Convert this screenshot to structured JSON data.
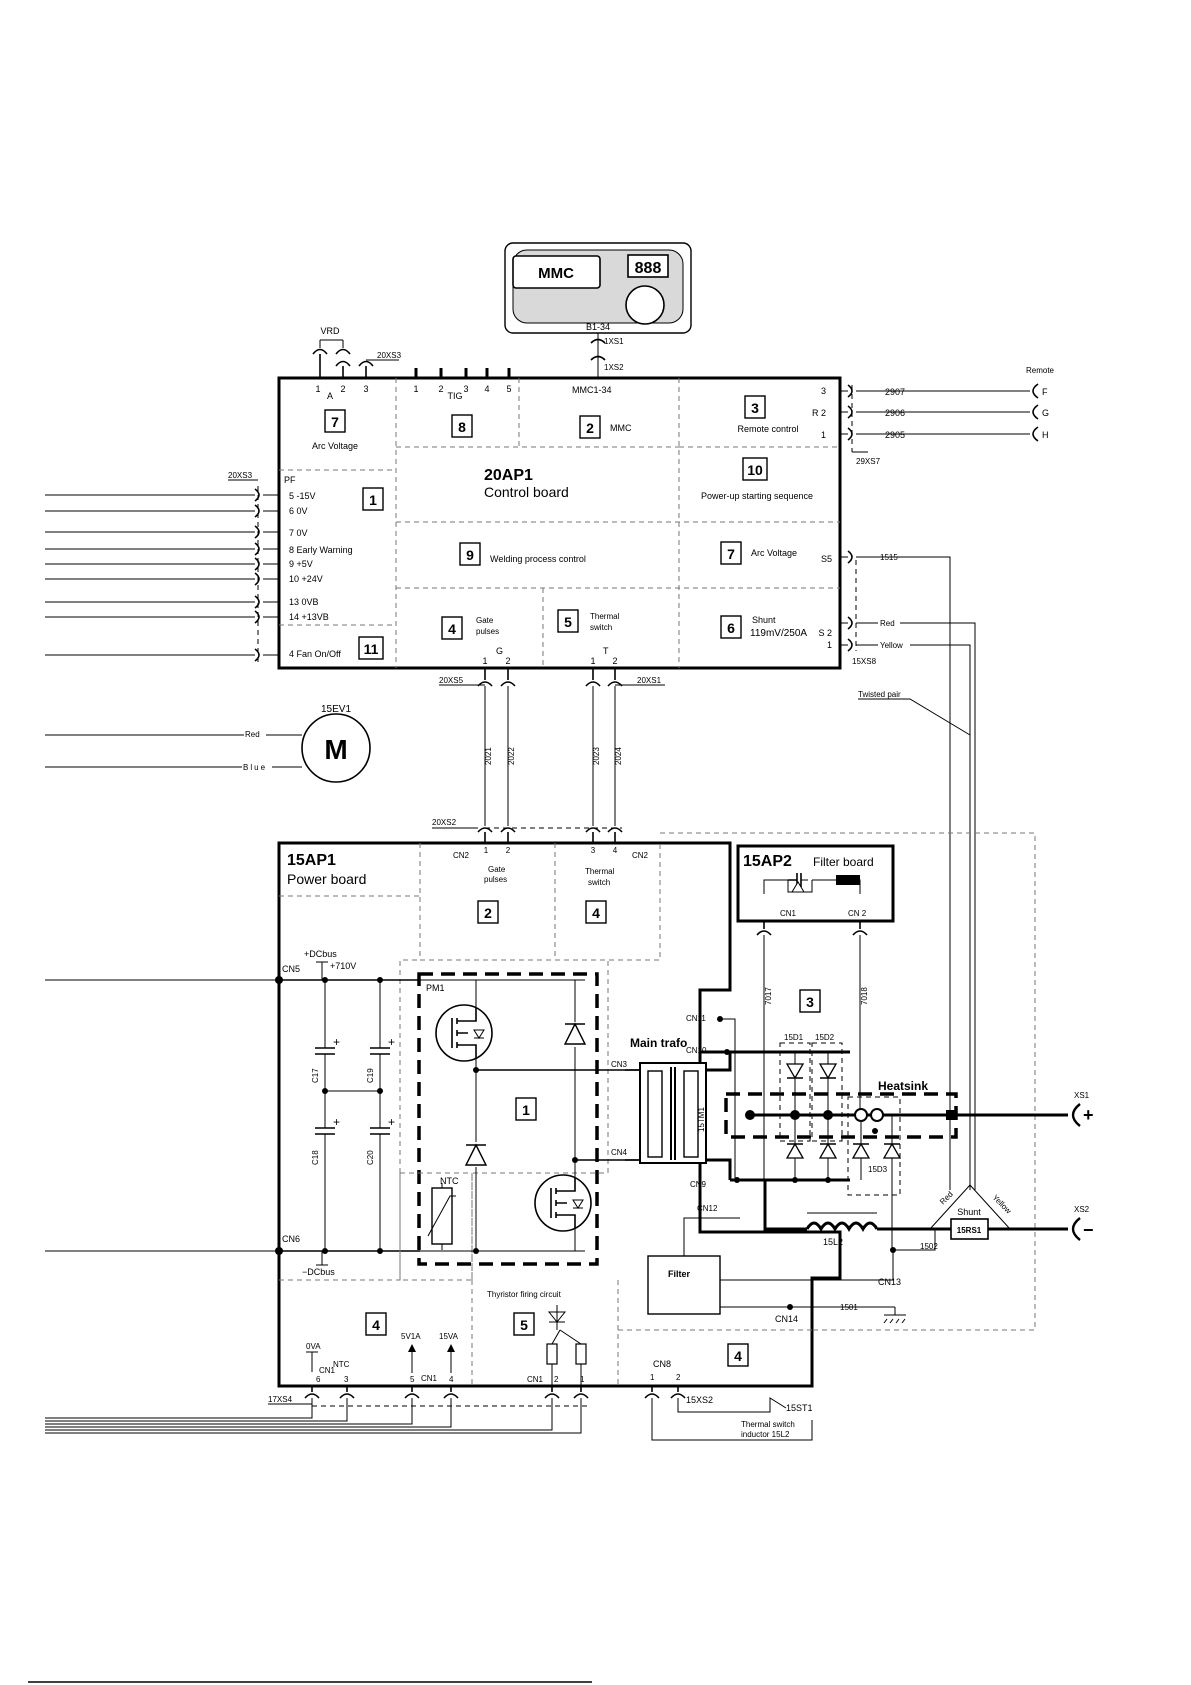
{
  "mmc": {
    "label": "MMC",
    "display": "888",
    "connector": "B1-34",
    "xs1": "1XS1",
    "xs2": "1XS2"
  },
  "control_board": {
    "id": "20AP1",
    "name": "Control board",
    "conn_top": "MMC1-34",
    "vrd": "VRD",
    "xs3_top": "20XS3",
    "pins_a": [
      "1",
      "2",
      "3"
    ],
    "pin_a_label": "A",
    "tig_label": "TIG",
    "tig_pins": [
      "1",
      "2",
      "3",
      "4",
      "5"
    ],
    "blocks": [
      {
        "num": "7",
        "label": "Arc Voltage"
      },
      {
        "num": "8",
        "label": ""
      },
      {
        "num": "2",
        "label": "MMC"
      },
      {
        "num": "3",
        "label": "Remote control"
      },
      {
        "num": "10",
        "label": "Power-up starting sequence"
      },
      {
        "num": "1",
        "label": ""
      },
      {
        "num": "9",
        "label": "Welding process control"
      },
      {
        "num": "7",
        "label": "Arc Voltage"
      },
      {
        "num": "4",
        "label": "Gate pulses"
      },
      {
        "num": "5",
        "label": "Thermal switch"
      },
      {
        "num": "6",
        "label": "Shunt 119mV/250A"
      },
      {
        "num": "11",
        "label": ""
      }
    ],
    "pf_label": "PF",
    "xs3_left": "20XS3",
    "pf_pins": [
      "5 -15V",
      "6 0V",
      "7 0V",
      "8 Early Warning",
      "9 +5V",
      "10 +24V",
      "13 0VB",
      "14 +13VB",
      "4 Fan On/Off"
    ],
    "g_label": "G",
    "t_label": "T",
    "xs5": "20XS5",
    "xs1": "20XS1",
    "g_pins": [
      "1",
      "2"
    ],
    "t_pins": [
      "1",
      "2"
    ],
    "right_pins": [
      "3",
      "R 2",
      "1"
    ],
    "s_pins": [
      "S5",
      "S 2",
      "1"
    ],
    "xs7": "29XS7",
    "xs8": "15XS8"
  },
  "remote": {
    "title": "Remote",
    "wires": [
      "2907",
      "2906",
      "2905"
    ],
    "terms": [
      "F",
      "G",
      "H"
    ]
  },
  "shunt_wires": {
    "w1515": "1515",
    "red": "Red",
    "yellow": "Yellow",
    "twisted": "Twisted pair"
  },
  "fan": {
    "id": "15EV1",
    "symbol": "M",
    "red": "Red",
    "blue": "Blue"
  },
  "cables": {
    "wires": [
      "2021",
      "2022",
      "2023",
      "2024"
    ],
    "xs2": "20XS2"
  },
  "power_board": {
    "id": "15AP1",
    "name": "Power board",
    "cn2_left": "CN2",
    "cn2_right": "CN2",
    "pins_g": [
      "1",
      "2"
    ],
    "pins_t": [
      "3",
      "4"
    ],
    "gate": "Gate pulses",
    "thermal": "Thermal switch",
    "block2": "2",
    "block4": "4",
    "dcbus_pos": "+DCbus",
    "v710": "+710V",
    "cn5": "CN5",
    "cn6": "CN6",
    "dcbus_neg": "−DCbus",
    "caps": [
      "C17",
      "C19",
      "C18",
      "C20"
    ],
    "pm1": "PM1",
    "block1": "1",
    "ntc": "NTC",
    "cn3": "CN3",
    "cn4": "CN4",
    "cn9": "CN9",
    "cn10": "CN10",
    "cn11": "CN11",
    "cn12": "CN12",
    "cn13": "CN13",
    "cn14": "CN14",
    "main_trafo": "Main trafo",
    "trafo_id": "15TM1",
    "block4b": "4",
    "ntc2": "NTC",
    "va0": "0VA",
    "v5va": "5V1A",
    "v15va": "15VA",
    "cn1_pins": [
      "6",
      "3",
      "5",
      "4",
      "2",
      "1"
    ],
    "cn1": "CN1",
    "thyristor": "Thyristor firing circuit",
    "block5": "5",
    "block4c": "4",
    "cn8": "CN8",
    "cn8_pins": [
      "1",
      "2"
    ],
    "xs4": "17XS4",
    "xs2_15": "15XS2",
    "st1": "15ST1",
    "thermal_note": "Thermal switch inductor 15L2",
    "filter": "Filter"
  },
  "filter_board": {
    "id": "15AP2",
    "name": "Filter board",
    "cn1": "CN1",
    "cn2": "CN 2",
    "w7017": "7017",
    "w7018": "7018",
    "block3": "3"
  },
  "output": {
    "d1": "15D1",
    "d2": "15D2",
    "d3": "15D3",
    "heatsink": "Heatsink",
    "inductor": "15L2",
    "shunt": "Shunt",
    "rs1": "15RS1",
    "red": "Red",
    "yellow": "Yellow",
    "w1502": "1502",
    "w1501": "1501",
    "xs1": "XS1",
    "xs2": "XS2",
    "plus": "+",
    "minus": "−"
  }
}
